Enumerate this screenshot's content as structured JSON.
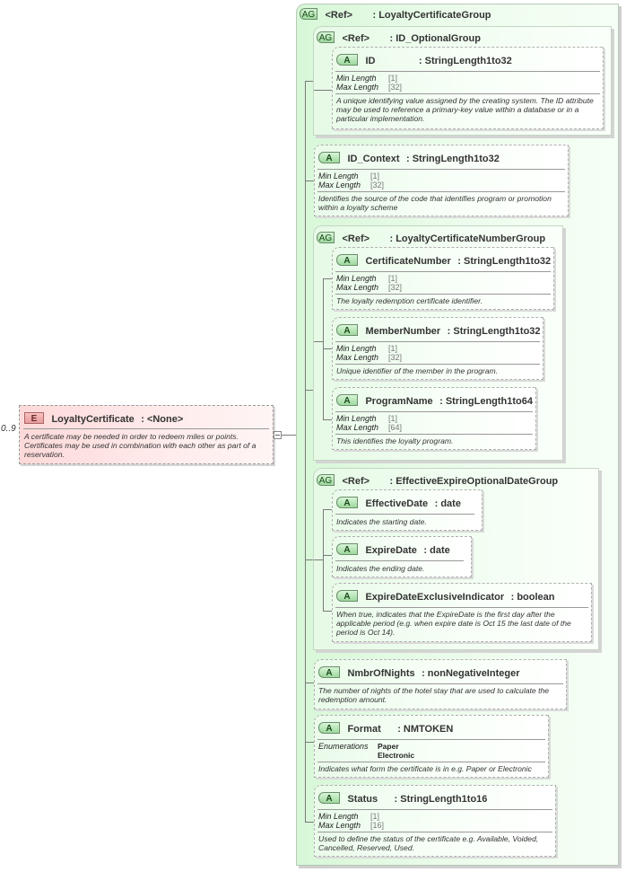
{
  "element": {
    "occurs": "0..9",
    "badge": "E",
    "name": "LoyaltyCertificate",
    "type": ": <None>",
    "doc": "A certificate may be needed in order to redeem miles or points. Certificates may be used in combination with each other as part of a reservation."
  },
  "groups": {
    "main": {
      "badge": "AG",
      "ref": "<Ref>",
      "name": ": LoyaltyCertificateGroup"
    },
    "id_optional": {
      "badge": "AG",
      "ref": "<Ref>",
      "name": ": ID_OptionalGroup"
    },
    "cert_number": {
      "badge": "AG",
      "ref": "<Ref>",
      "name": ": LoyaltyCertificateNumberGroup"
    },
    "eff_exp": {
      "badge": "AG",
      "ref": "<Ref>",
      "name": ": EffectiveExpireOptionalDateGroup"
    }
  },
  "labels": {
    "min_length": "Min Length",
    "max_length": "Max Length",
    "enumerations": "Enumerations"
  },
  "attributes": {
    "id": {
      "badge": "A",
      "name": "ID",
      "type": ": StringLength1to32",
      "min": "[1]",
      "max": "[32]",
      "doc": "A unique identifying value assigned by the creating system.  The ID attribute may be used to reference a primary-key value within a database or in a particular implementation."
    },
    "id_context": {
      "badge": "A",
      "name": "ID_Context",
      "type": ": StringLength1to32",
      "min": "[1]",
      "max": "[32]",
      "doc": "Identifies the source of the code that identifies program or promotion within a loyalty scheme"
    },
    "certificate_number": {
      "badge": "A",
      "name": "CertificateNumber",
      "type": ": StringLength1to32",
      "min": "[1]",
      "max": "[32]",
      "doc": "The loyalty redemption certificate identifier."
    },
    "member_number": {
      "badge": "A",
      "name": "MemberNumber",
      "type": ": StringLength1to32",
      "min": "[1]",
      "max": "[32]",
      "doc": "Unique identifier of the member in the program."
    },
    "program_name": {
      "badge": "A",
      "name": "ProgramName",
      "type": ": StringLength1to64",
      "min": "[1]",
      "max": "[64]",
      "doc": "This identifies the loyalty program."
    },
    "effective_date": {
      "badge": "A",
      "name": "EffectiveDate",
      "type": ": date",
      "doc": "Indicates the starting date."
    },
    "expire_date": {
      "badge": "A",
      "name": "ExpireDate",
      "type": ": date",
      "doc": "Indicates the ending date."
    },
    "expire_excl": {
      "badge": "A",
      "name": "ExpireDateExclusiveIndicator",
      "type": ": boolean",
      "doc": "When true, indicates that the ExpireDate is the first day after the applicable period (e.g. when expire date is Oct 15  the last date of the period is Oct 14)."
    },
    "nights": {
      "badge": "A",
      "name": "NmbrOfNights",
      "type": ": nonNegativeInteger",
      "doc": "The number of nights of the hotel stay that are used to calculate the redemption amount."
    },
    "format": {
      "badge": "A",
      "name": "Format",
      "type": ": NMTOKEN",
      "enums": [
        "Paper",
        "Electronic"
      ],
      "doc": "Indicates what form the certificate is in e.g. Paper or Electronic"
    },
    "status": {
      "badge": "A",
      "name": "Status",
      "type": ": StringLength1to16",
      "min": "[1]",
      "max": "[16]",
      "doc": "Used to define the status of the certificate e.g. Available, Voided, Cancelled, Reserved, Used."
    }
  }
}
